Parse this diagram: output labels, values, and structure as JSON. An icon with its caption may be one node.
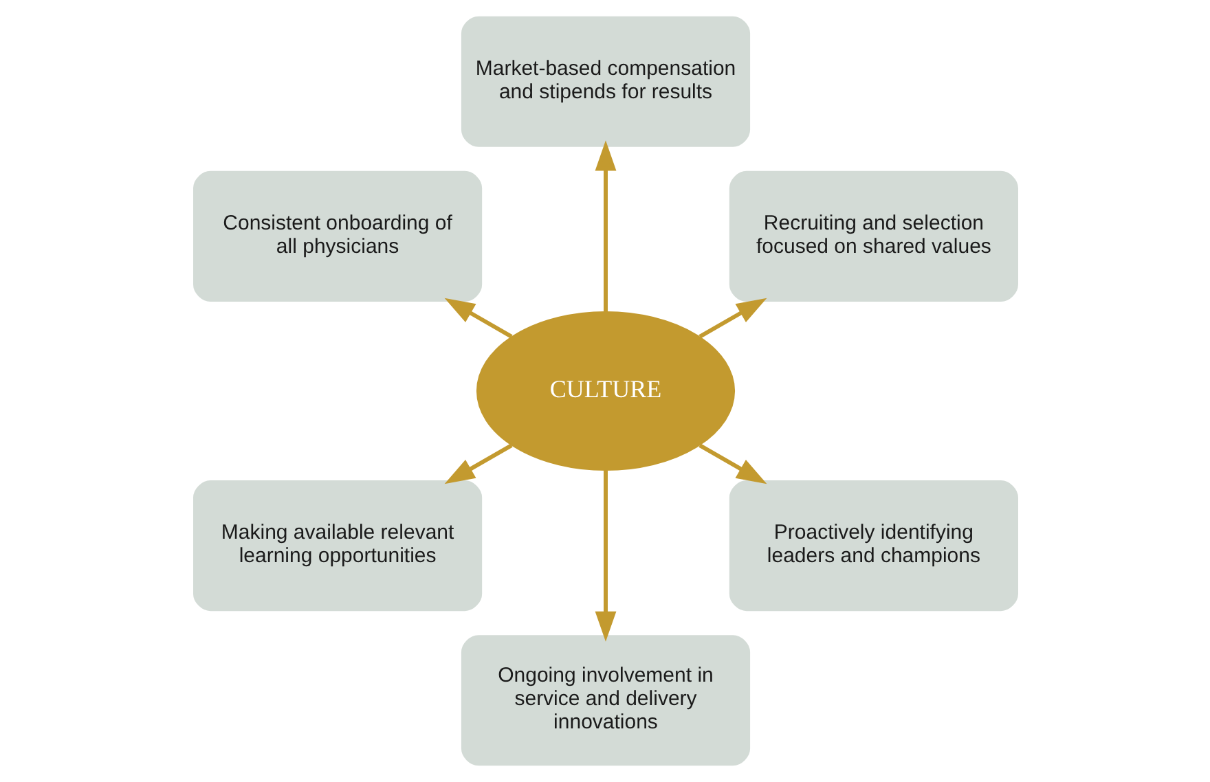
{
  "diagram": {
    "nodes": [
      {
        "text": [
          "Recruiting and selection focused on shared values"
        ]
      },
      {
        "text": [
          "Market-based compensation and stipends for results"
        ]
      },
      {
        "text": [
          "Consistent onboarding of all physicians"
        ]
      },
      {
        "text": [
          "CULTURE"
        ]
      },
      {
        "text": [
          "Making available relevant learning opportunities"
        ]
      },
      {
        "text": [
          "Ongoing involvement in service and delivery innovations"
        ]
      },
      {
        "text": [
          "Proactively identifying leaders and champions"
        ]
      }
    ],
    "edges": [
      {
        "from": 3,
        "to": 0,
        "arrow": "to"
      },
      {
        "from": 3,
        "to": 2,
        "arrow": "to"
      },
      {
        "from": 3,
        "to": 5,
        "arrow": "to"
      },
      {
        "from": 3,
        "to": 6,
        "arrow": "to"
      },
      {
        "from": 3,
        "to": 4,
        "arrow": "to"
      },
      {
        "from": 3,
        "to": 1,
        "arrow": "to"
      }
    ]
  }
}
